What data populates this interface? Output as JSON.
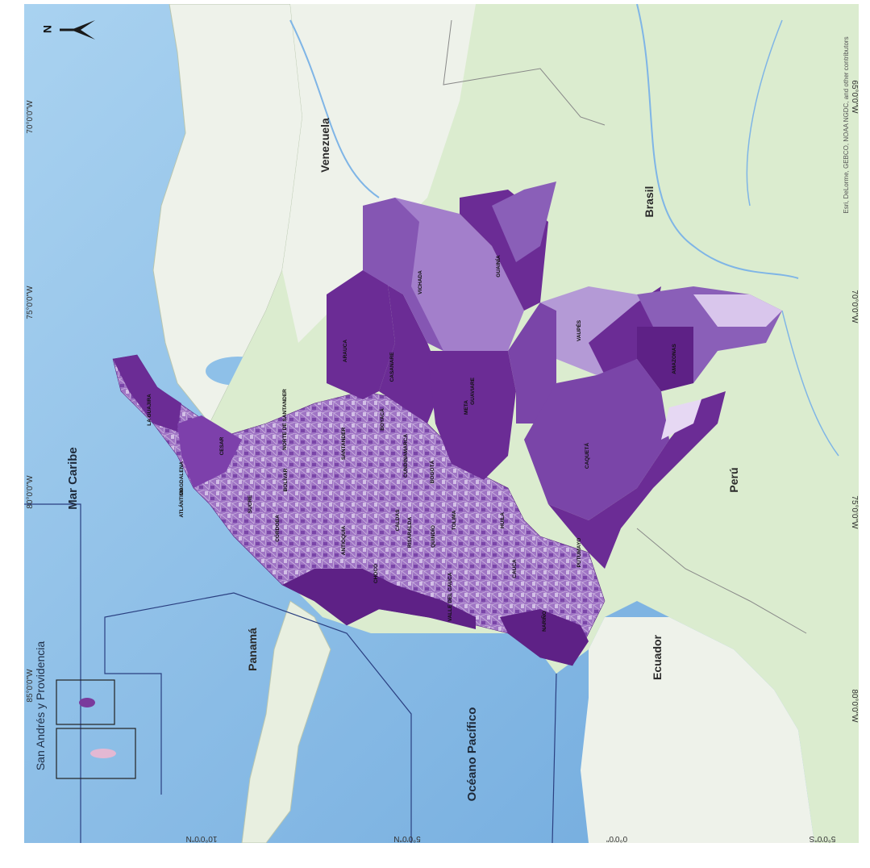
{
  "north_arrow": {
    "label": "N"
  },
  "countries": {
    "venezuela": "Venezuela",
    "brasil": "Brasil",
    "peru": "Perú",
    "ecuador": "Ecuador",
    "panama": "Panamá"
  },
  "seas": {
    "caribe": "Mar Caribe",
    "pacifico": "Océano Pacífico"
  },
  "inset": {
    "label": "San Andrés y Providencia"
  },
  "departments": [
    "LA GUAJIRA",
    "CESAR",
    "MAGDALENA",
    "ATLÁNTICO",
    "SUCRE",
    "BOLÍVAR",
    "CÓRDOBA",
    "NORTE DE SANTANDER",
    "SANTANDER",
    "ANTIOQUIA",
    "BOYACÁ",
    "CUNDINAMARCA",
    "BOGOTÁ",
    "CALDAS",
    "RISARALDA",
    "QUINDÍO",
    "TOLIMA",
    "CHOCÓ",
    "VALLE DEL CAUCA",
    "HUILA",
    "CAUCA",
    "NARIÑO",
    "PUTUMAYO",
    "CAQUETÁ",
    "META",
    "CASANARE",
    "ARAUCA",
    "VICHADA",
    "GUAINÍA",
    "GUAVIARE",
    "VAUPÉS",
    "AMAZONAS"
  ],
  "coords": {
    "left": [
      "85°0'0\"W",
      "80°0'0\"W",
      "75°0'0\"W",
      "70°0'0\"W"
    ],
    "right": [
      "65°0'0\"W",
      "70°0'0\"W",
      "75°0'0\"W",
      "80°0'0\"W"
    ],
    "bottom": [
      "10°0'0\"N",
      "5°0'0\"N",
      "0°0'0\"",
      "5°0'0\"S"
    ]
  },
  "attribution": "Esri, DeLorme, GEBCO, NOAA NGDC, and other contributors",
  "colors": {
    "ocean": "#8ec0e8",
    "land": "#e8efe0",
    "forest": "#d6e8cc",
    "purple_light": "#d7c2e8",
    "purple_mid": "#9f74c4",
    "purple_dark": "#6b2c95",
    "purple_darkest": "#561c80"
  }
}
